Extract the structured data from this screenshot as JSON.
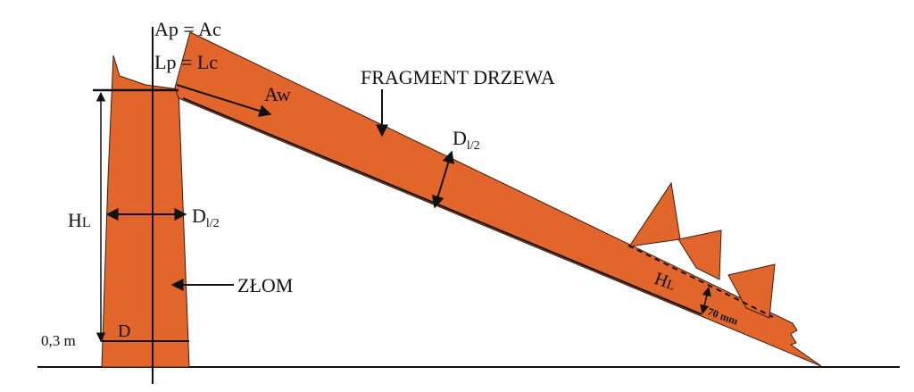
{
  "colors": {
    "trunk": "#E2652C",
    "outline": "#3a1d10",
    "line": "#111111",
    "background": "#ffffff"
  },
  "labels": {
    "ap_ac": "Ap = Ac",
    "lp_lc": "Lp = Lc",
    "aw": "Aw",
    "fragment": "FRAGMENT DRZEWA",
    "d_half_fragment_main": "D",
    "d_half_fragment_sub": "l/2",
    "d_half_stump_main": "D",
    "d_half_stump_sub": "l/2",
    "hl_stump_main": "H",
    "hl_stump_sub": "L",
    "hl_fragment_main": "H",
    "hl_fragment_sub": "L",
    "zlom": "ZŁOM",
    "height_03": "0,3 m",
    "d_base": "D",
    "dist_70": "70 mm"
  }
}
